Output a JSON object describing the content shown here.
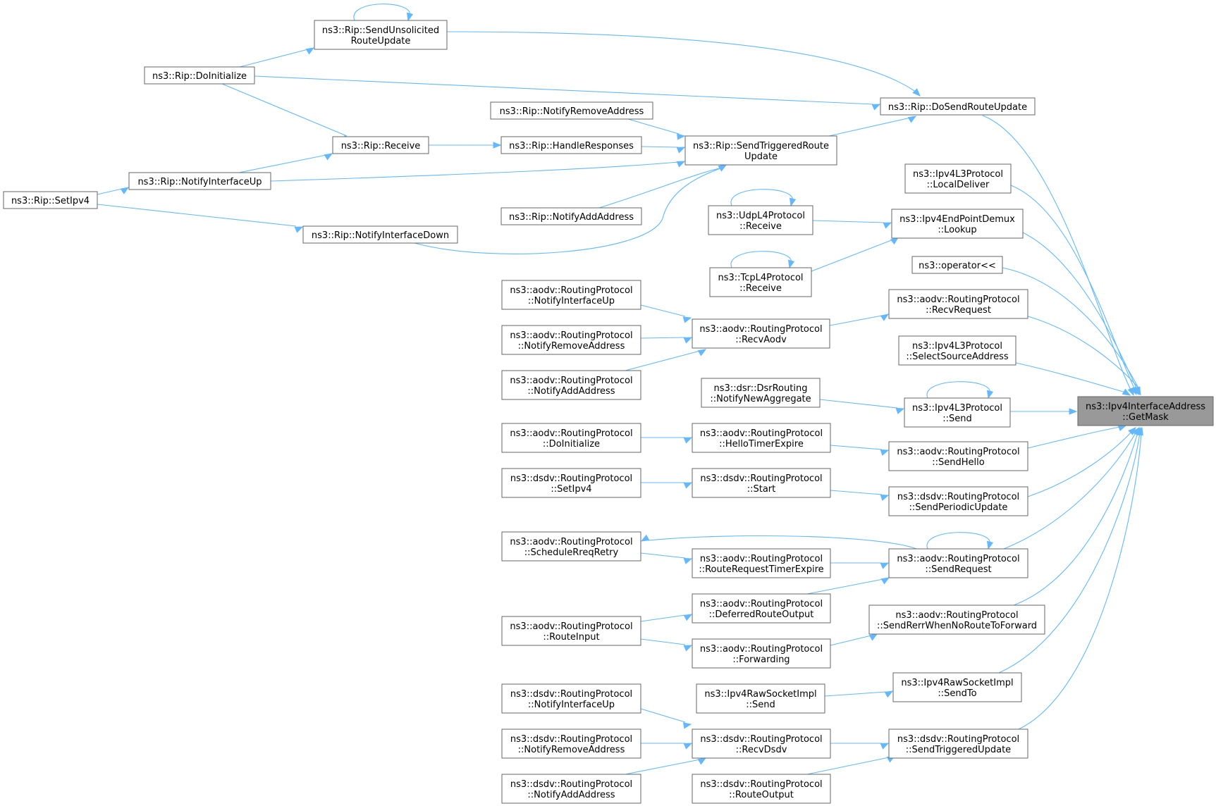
{
  "accent_color": "#63b8ff",
  "root_fill_color": "#999999",
  "node_border_color": "#666666",
  "nodes": [
    {
      "id": "root",
      "lines": [
        "ns3::Ipv4InterfaceAddress",
        "::GetMask"
      ],
      "root": true
    },
    {
      "id": "sendUnsol",
      "lines": [
        "ns3::Rip::SendUnsolicited",
        "RouteUpdate"
      ]
    },
    {
      "id": "ripDoInit",
      "lines": [
        "ns3::Rip::DoInitialize"
      ]
    },
    {
      "id": "ripNotifyRemove",
      "lines": [
        "ns3::Rip::NotifyRemoveAddress"
      ]
    },
    {
      "id": "ripReceive",
      "lines": [
        "ns3::Rip::Receive"
      ]
    },
    {
      "id": "ripHandleResp",
      "lines": [
        "ns3::Rip::HandleResponses"
      ]
    },
    {
      "id": "ripSendTrig",
      "lines": [
        "ns3::Rip::SendTriggeredRoute",
        "Update"
      ]
    },
    {
      "id": "ripDoSend",
      "lines": [
        "ns3::Rip::DoSendRouteUpdate"
      ]
    },
    {
      "id": "ripNotifyIfUp",
      "lines": [
        "ns3::Rip::NotifyInterfaceUp"
      ]
    },
    {
      "id": "ripSetIpv4",
      "lines": [
        "ns3::Rip::SetIpv4"
      ]
    },
    {
      "id": "ripNotifyAdd",
      "lines": [
        "ns3::Rip::NotifyAddAddress"
      ]
    },
    {
      "id": "ripNotifyIfDown",
      "lines": [
        "ns3::Rip::NotifyInterfaceDown"
      ]
    },
    {
      "id": "l3LocalDeliver",
      "lines": [
        "ns3::Ipv4L3Protocol",
        "::LocalDeliver"
      ]
    },
    {
      "id": "udpRecv",
      "lines": [
        "ns3::UdpL4Protocol",
        "::Receive"
      ]
    },
    {
      "id": "demuxLookup",
      "lines": [
        "ns3::Ipv4EndPointDemux",
        "::Lookup"
      ]
    },
    {
      "id": "tcpRecv",
      "lines": [
        "ns3::TcpL4Protocol",
        "::Receive"
      ]
    },
    {
      "id": "operatorLL",
      "lines": [
        "ns3::operator<<"
      ]
    },
    {
      "id": "aodvNotifyIfUp",
      "lines": [
        "ns3::aodv::RoutingProtocol",
        "::NotifyInterfaceUp"
      ]
    },
    {
      "id": "aodvRecvRequest",
      "lines": [
        "ns3::aodv::RoutingProtocol",
        "::RecvRequest"
      ]
    },
    {
      "id": "aodvNotifyRemove",
      "lines": [
        "ns3::aodv::RoutingProtocol",
        "::NotifyRemoveAddress"
      ]
    },
    {
      "id": "aodvRecvAodv",
      "lines": [
        "ns3::aodv::RoutingProtocol",
        "::RecvAodv"
      ]
    },
    {
      "id": "l3SelectSrc",
      "lines": [
        "ns3::Ipv4L3Protocol",
        "::SelectSourceAddress"
      ]
    },
    {
      "id": "aodvNotifyAdd",
      "lines": [
        "ns3::aodv::RoutingProtocol",
        "::NotifyAddAddress"
      ]
    },
    {
      "id": "dsrNotifyNewAgg",
      "lines": [
        "ns3::dsr::DsrRouting",
        "::NotifyNewAggregate"
      ]
    },
    {
      "id": "l3Send",
      "lines": [
        "ns3::Ipv4L3Protocol",
        "::Send"
      ]
    },
    {
      "id": "aodvDoInit",
      "lines": [
        "ns3::aodv::RoutingProtocol",
        "::DoInitialize"
      ]
    },
    {
      "id": "aodvHelloTimer",
      "lines": [
        "ns3::aodv::RoutingProtocol",
        "::HelloTimerExpire"
      ]
    },
    {
      "id": "aodvSendHello",
      "lines": [
        "ns3::aodv::RoutingProtocol",
        "::SendHello"
      ]
    },
    {
      "id": "dsdvSetIpv4",
      "lines": [
        "ns3::dsdv::RoutingProtocol",
        "::SetIpv4"
      ]
    },
    {
      "id": "dsdvStart",
      "lines": [
        "ns3::dsdv::RoutingProtocol",
        "::Start"
      ]
    },
    {
      "id": "dsdvSendPeriodic",
      "lines": [
        "ns3::dsdv::RoutingProtocol",
        "::SendPeriodicUpdate"
      ]
    },
    {
      "id": "aodvSchedRreq",
      "lines": [
        "ns3::aodv::RoutingProtocol",
        "::ScheduleRreqRetry"
      ]
    },
    {
      "id": "aodvRouteReqTimer",
      "lines": [
        "ns3::aodv::RoutingProtocol",
        "::RouteRequestTimerExpire"
      ]
    },
    {
      "id": "aodvSendRequest",
      "lines": [
        "ns3::aodv::RoutingProtocol",
        "::SendRequest"
      ]
    },
    {
      "id": "aodvDeferred",
      "lines": [
        "ns3::aodv::RoutingProtocol",
        "::DeferredRouteOutput"
      ]
    },
    {
      "id": "aodvSendRerr",
      "lines": [
        "ns3::aodv::RoutingProtocol",
        "::SendRerrWhenNoRouteToForward"
      ]
    },
    {
      "id": "aodvRouteInput",
      "lines": [
        "ns3::aodv::RoutingProtocol",
        "::RouteInput"
      ]
    },
    {
      "id": "aodvForwarding",
      "lines": [
        "ns3::aodv::RoutingProtocol",
        "::Forwarding"
      ]
    },
    {
      "id": "rawSend",
      "lines": [
        "ns3::Ipv4RawSocketImpl",
        "::Send"
      ]
    },
    {
      "id": "rawSendTo",
      "lines": [
        "ns3::Ipv4RawSocketImpl",
        "::SendTo"
      ]
    },
    {
      "id": "dsdvNotifyIfUp",
      "lines": [
        "ns3::dsdv::RoutingProtocol",
        "::NotifyInterfaceUp"
      ]
    },
    {
      "id": "dsdvNotifyRemove",
      "lines": [
        "ns3::dsdv::RoutingProtocol",
        "::NotifyRemoveAddress"
      ]
    },
    {
      "id": "dsdvRecvDsdv",
      "lines": [
        "ns3::dsdv::RoutingProtocol",
        "::RecvDsdv"
      ]
    },
    {
      "id": "dsdvSendTrig",
      "lines": [
        "ns3::dsdv::RoutingProtocol",
        "::SendTriggeredUpdate"
      ]
    },
    {
      "id": "dsdvNotifyAdd",
      "lines": [
        "ns3::dsdv::RoutingProtocol",
        "::NotifyAddAddress"
      ]
    },
    {
      "id": "dsdvRouteOutput",
      "lines": [
        "ns3::dsdv::RoutingProtocol",
        "::RouteOutput"
      ]
    }
  ],
  "edges": [
    [
      "ripDoSend",
      "root"
    ],
    [
      "l3LocalDeliver",
      "root"
    ],
    [
      "demuxLookup",
      "root"
    ],
    [
      "operatorLL",
      "root"
    ],
    [
      "aodvRecvRequest",
      "root"
    ],
    [
      "l3SelectSrc",
      "root"
    ],
    [
      "l3Send",
      "root"
    ],
    [
      "aodvSendHello",
      "root"
    ],
    [
      "dsdvSendPeriodic",
      "root"
    ],
    [
      "aodvSendRequest",
      "root"
    ],
    [
      "aodvSendRerr",
      "root"
    ],
    [
      "rawSendTo",
      "root"
    ],
    [
      "dsdvSendTrig",
      "root"
    ],
    [
      "sendUnsol",
      "ripDoSend"
    ],
    [
      "ripDoInit",
      "ripDoSend"
    ],
    [
      "ripSendTrig",
      "ripDoSend"
    ],
    [
      "sendUnsol",
      "sendUnsol"
    ],
    [
      "ripDoInit",
      "sendUnsol"
    ],
    [
      "ripDoInit",
      "ripReceive"
    ],
    [
      "ripNotifyIfUp",
      "ripReceive"
    ],
    [
      "ripReceive",
      "ripHandleResp"
    ],
    [
      "ripHandleResp",
      "ripSendTrig"
    ],
    [
      "ripNotifyRemove",
      "ripSendTrig"
    ],
    [
      "ripNotifyIfUp",
      "ripSendTrig"
    ],
    [
      "ripNotifyAdd",
      "ripSendTrig"
    ],
    [
      "ripNotifyIfDown",
      "ripSendTrig"
    ],
    [
      "ripSetIpv4",
      "ripNotifyIfUp"
    ],
    [
      "ripSetIpv4",
      "ripNotifyIfDown"
    ],
    [
      "udpRecv",
      "demuxLookup"
    ],
    [
      "tcpRecv",
      "demuxLookup"
    ],
    [
      "udpRecv",
      "udpRecv"
    ],
    [
      "tcpRecv",
      "tcpRecv"
    ],
    [
      "aodvRecvAodv",
      "aodvRecvRequest"
    ],
    [
      "aodvNotifyIfUp",
      "aodvRecvAodv"
    ],
    [
      "aodvNotifyRemove",
      "aodvRecvAodv"
    ],
    [
      "aodvNotifyAdd",
      "aodvRecvAodv"
    ],
    [
      "dsrNotifyNewAgg",
      "l3Send"
    ],
    [
      "l3Send",
      "l3Send"
    ],
    [
      "aodvHelloTimer",
      "aodvSendHello"
    ],
    [
      "aodvDoInit",
      "aodvHelloTimer"
    ],
    [
      "dsdvStart",
      "dsdvSendPeriodic"
    ],
    [
      "dsdvSetIpv4",
      "dsdvStart"
    ],
    [
      "aodvSendRequest",
      "aodvSchedRreq"
    ],
    [
      "aodvSchedRreq",
      "aodvRouteReqTimer"
    ],
    [
      "aodvRouteReqTimer",
      "aodvSendRequest"
    ],
    [
      "aodvDeferred",
      "aodvSendRequest"
    ],
    [
      "aodvSendRequest",
      "aodvSendRequest"
    ],
    [
      "aodvRouteInput",
      "aodvDeferred"
    ],
    [
      "aodvRouteInput",
      "aodvForwarding"
    ],
    [
      "aodvForwarding",
      "aodvSendRerr"
    ],
    [
      "rawSend",
      "rawSendTo"
    ],
    [
      "dsdvRecvDsdv",
      "dsdvSendTrig"
    ],
    [
      "dsdvRouteOutput",
      "dsdvSendTrig"
    ],
    [
      "dsdvNotifyIfUp",
      "dsdvRecvDsdv"
    ],
    [
      "dsdvNotifyRemove",
      "dsdvRecvDsdv"
    ],
    [
      "dsdvNotifyAdd",
      "dsdvRecvDsdv"
    ]
  ]
}
